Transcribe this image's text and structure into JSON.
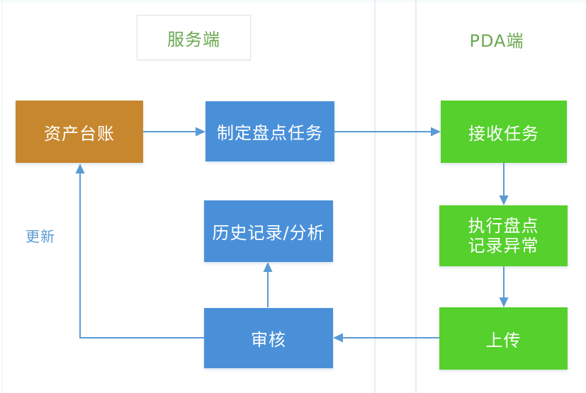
{
  "diagram": {
    "title_hint": "asset-inventory-flowchart",
    "lanes": [
      {
        "id": "server",
        "label": "服务端"
      },
      {
        "id": "pda",
        "label": "PDA端"
      }
    ],
    "nodes": [
      {
        "id": "asset-ledger",
        "label": "资产台账",
        "color": "#c7872f"
      },
      {
        "id": "create-task",
        "label": "制定盘点任务",
        "color": "#4a90d9"
      },
      {
        "id": "receive-task",
        "label": "接收任务",
        "color": "#55d02c"
      },
      {
        "id": "history-analysis",
        "label": "历史记录/分析",
        "color": "#4a90d9"
      },
      {
        "id": "execute-count",
        "lines": [
          "执行盘点",
          "记录异常"
        ],
        "color": "#55d02c"
      },
      {
        "id": "review",
        "label": "审核",
        "color": "#4a90d9"
      },
      {
        "id": "upload",
        "label": "上传",
        "color": "#55d02c"
      }
    ],
    "edges": [
      {
        "from": "资产台账",
        "to": "制定盘点任务"
      },
      {
        "from": "制定盘点任务",
        "to": "接收任务"
      },
      {
        "from": "接收任务",
        "to": "执行盘点记录异常"
      },
      {
        "from": "执行盘点记录异常",
        "to": "上传"
      },
      {
        "from": "上传",
        "to": "审核"
      },
      {
        "from": "审核",
        "to": "历史记录/分析"
      },
      {
        "from": "审核",
        "to": "资产台账",
        "label": "更新"
      }
    ]
  },
  "colors": {
    "node-orange": "#c7872f",
    "node-blue": "#4a90d9",
    "node-green": "#55d02c",
    "edge-color": "#5b9bd5",
    "lane-text": "#6aa84f"
  }
}
